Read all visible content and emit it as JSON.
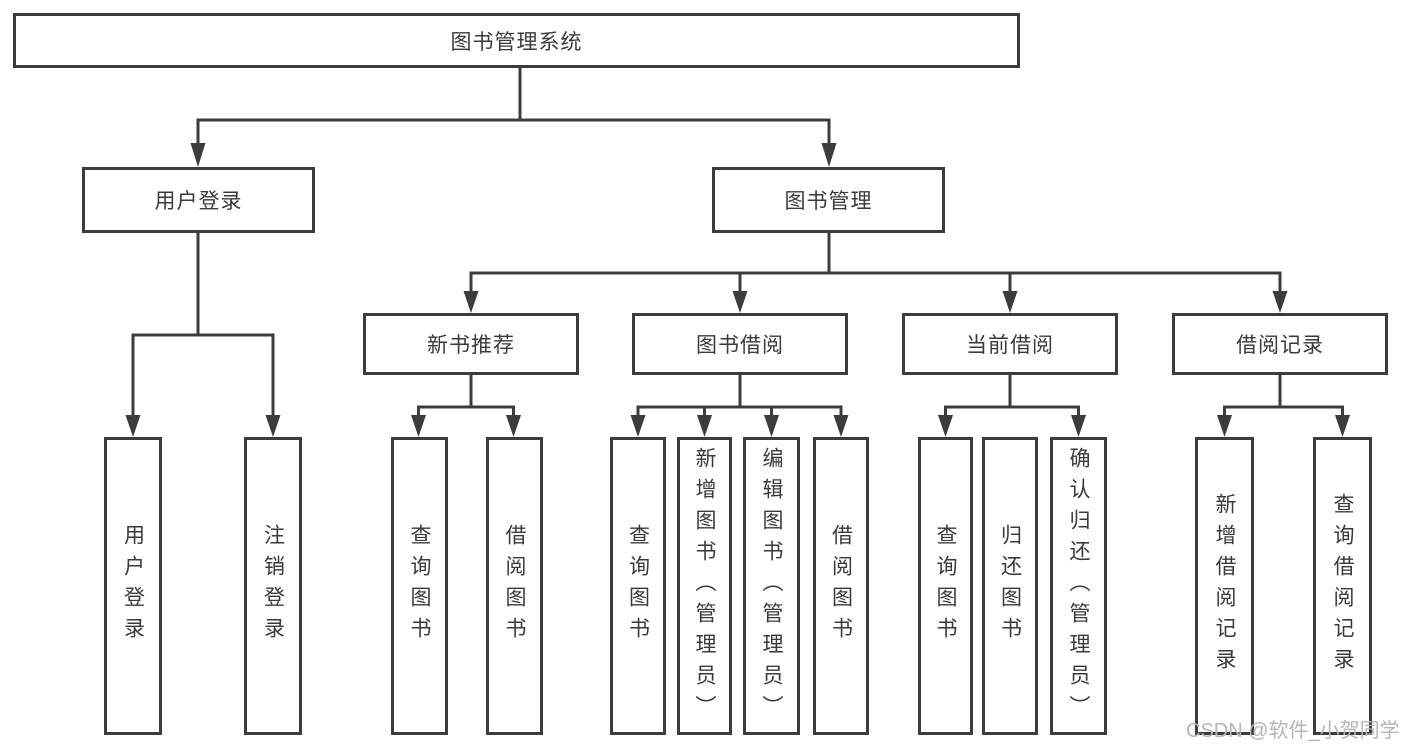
{
  "title": {
    "label": "图书管理系统"
  },
  "level2": {
    "user_login": {
      "label": "用户登录"
    },
    "book_mgmt": {
      "label": "图书管理"
    }
  },
  "level3": {
    "new_books": {
      "label": "新书推荐"
    },
    "borrow": {
      "label": "图书借阅"
    },
    "current": {
      "label": "当前借阅"
    },
    "records": {
      "label": "借阅记录"
    }
  },
  "leaves": {
    "user_login": [
      "用户登录",
      "注销登录"
    ],
    "new_books": [
      "查询图书",
      "借阅图书"
    ],
    "borrow": [
      "查询图书",
      "新增图书（管理员）",
      "编辑图书（管理员）",
      "借阅图书"
    ],
    "current": [
      "查询图书",
      "归还图书",
      "确认归还（管理员）"
    ],
    "records": [
      "新增借阅记录",
      "查询借阅记录"
    ]
  },
  "watermark": "CSDN @软件_小贺同学",
  "colors": {
    "line": "#3c3c3c",
    "text": "#3a3a3a",
    "watermark": "#b5b5b5",
    "background": "#ffffff"
  }
}
